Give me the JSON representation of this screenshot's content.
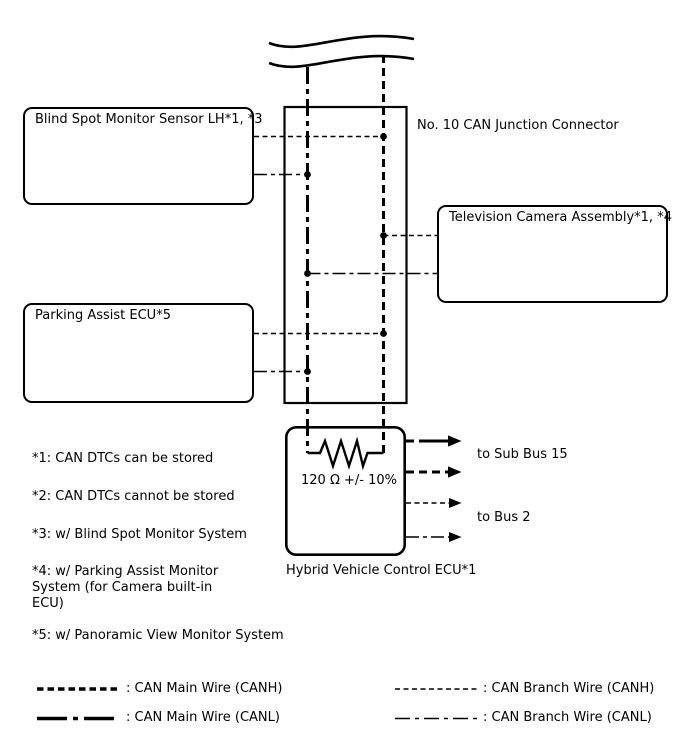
{
  "colors": {
    "ink": "#000000",
    "background": "#ffffff"
  },
  "diagram": {
    "junction_connector_label": "No. 10 CAN Junction Connector",
    "blind_spot_label": "Blind Spot Monitor Sensor LH*1, *3",
    "tv_camera_label": "Television Camera Assembly*1, *4",
    "parking_assist_label": "Parking Assist ECU*5",
    "hybrid_ecu_label": "Hybrid Vehicle Control ECU*1",
    "resistor_value": "120 Ω +/- 10%",
    "to_sub_bus_label": "to Sub Bus 15",
    "to_bus_label": "to Bus 2"
  },
  "footnotes": [
    "*1: CAN DTCs can be stored",
    "*2: CAN DTCs cannot be stored",
    "*3: w/ Blind Spot Monitor System",
    "*4: w/ Parking Assist Monitor System (for Camera built-in ECU)",
    "*5: w/ Panoramic View Monitor System"
  ],
  "legend": [
    {
      "label": ": CAN Main Wire (CANH)",
      "wire": "can-main-wire-canh"
    },
    {
      "label": ": CAN Main Wire (CANL)",
      "wire": "can-main-wire-canl"
    },
    {
      "label": ": CAN Branch Wire (CANH)",
      "wire": "can-branch-wire-canh"
    },
    {
      "label": ": CAN Branch Wire (CANL)",
      "wire": "can-branch-wire-canl"
    }
  ]
}
